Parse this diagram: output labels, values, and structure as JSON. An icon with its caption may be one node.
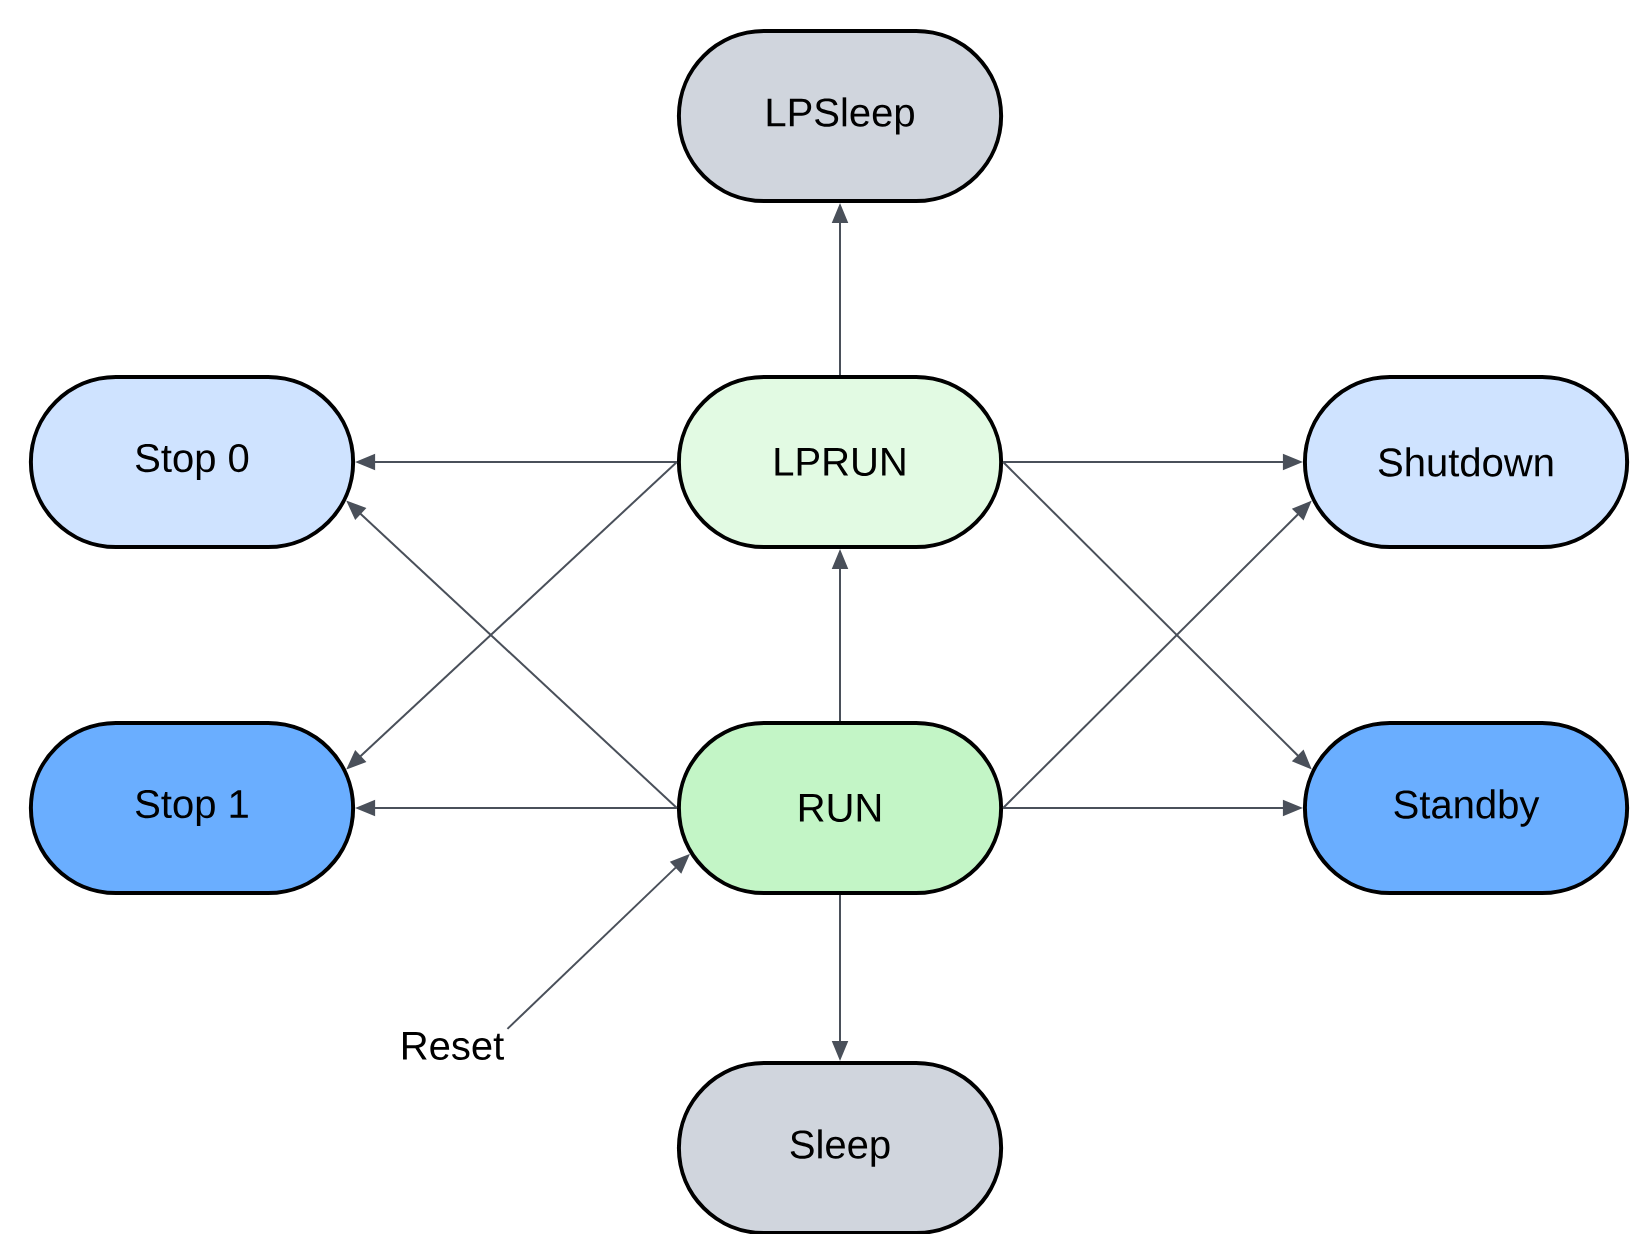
{
  "diagram": {
    "nodes": [
      {
        "text": [
          "LPSleep"
        ]
      },
      {
        "text": [
          "Stop 0"
        ]
      },
      {
        "text": [
          "LPRUN"
        ]
      },
      {
        "text": [
          "Shutdown"
        ]
      },
      {
        "text": [
          "Stop 1"
        ]
      },
      {
        "text": [
          "RUN"
        ]
      },
      {
        "text": [
          "Standby"
        ]
      },
      {
        "text": [
          "Reset"
        ]
      },
      {
        "text": [
          "Sleep"
        ]
      }
    ],
    "edges": [
      {
        "from": 2,
        "to": 0,
        "arrow": "to"
      },
      {
        "from": 2,
        "to": 1,
        "arrow": "to"
      },
      {
        "from": 2,
        "to": 4,
        "arrow": "to"
      },
      {
        "from": 2,
        "to": 3,
        "arrow": "to"
      },
      {
        "from": 2,
        "to": 6,
        "arrow": "to"
      },
      {
        "from": 5,
        "to": 2,
        "arrow": "to"
      },
      {
        "from": 5,
        "to": 1,
        "arrow": "to"
      },
      {
        "from": 5,
        "to": 4,
        "arrow": "to"
      },
      {
        "from": 5,
        "to": 3,
        "arrow": "to"
      },
      {
        "from": 5,
        "to": 6,
        "arrow": "to"
      },
      {
        "from": 5,
        "to": 8,
        "arrow": "to"
      },
      {
        "from": 7,
        "to": 5,
        "arrow": "to"
      }
    ]
  }
}
